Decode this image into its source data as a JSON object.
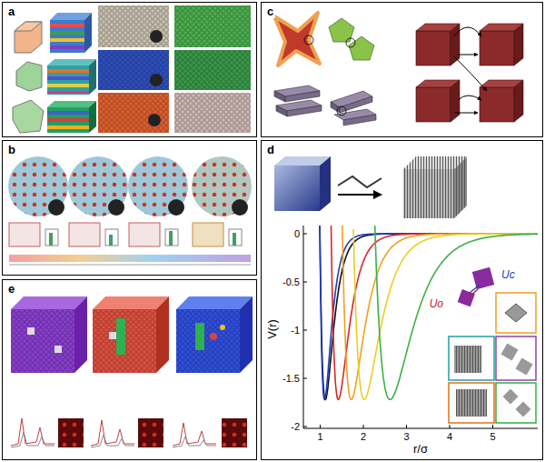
{
  "diagram": {
    "nodes": [
      {
        "text": [
          "a"
        ]
      },
      {
        "text": [
          "b"
        ]
      },
      {
        "text": [
          "c"
        ]
      },
      {
        "text": [
          "d"
        ]
      },
      {
        "text": [
          "e"
        ]
      }
    ],
    "labels": [
      "V(r)",
      "r/σ",
      "0",
      "-0.5",
      "-1",
      "-1.5",
      "-2",
      "1",
      "2",
      "3",
      "4",
      "5",
      "Uc",
      "Uo"
    ]
  }
}
